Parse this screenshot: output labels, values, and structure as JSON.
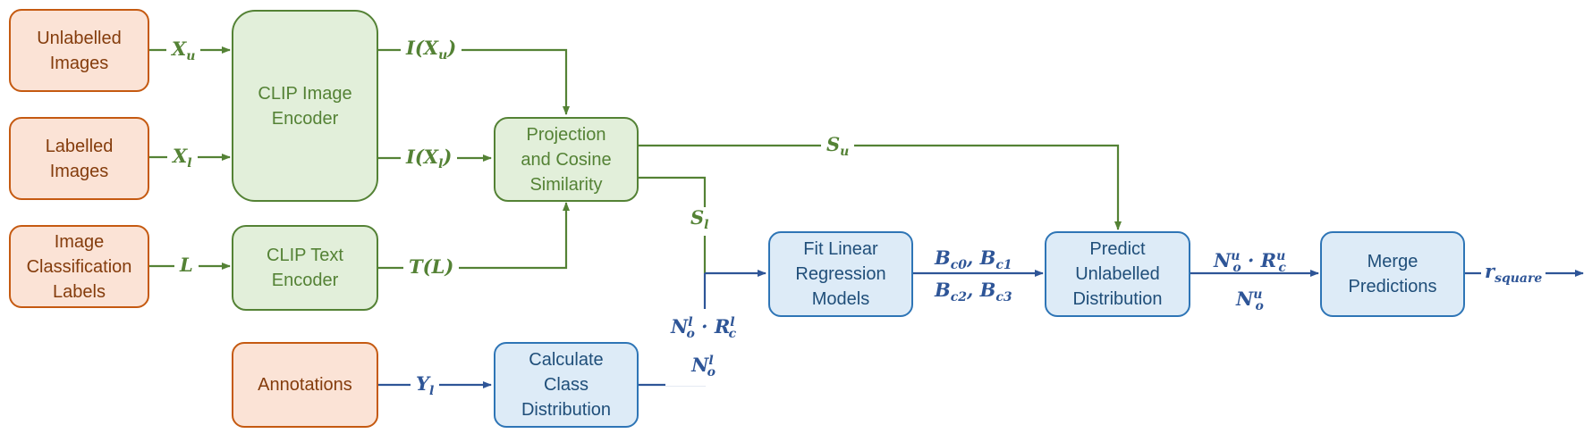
{
  "colors": {
    "input_fill": "#fbe3d6",
    "input_stroke": "#c55a11",
    "input_text": "#843c0c",
    "clip_fill": "#e2efda",
    "clip_stroke": "#548235",
    "model_fill": "#ddebf7",
    "model_stroke": "#2e75b6",
    "model_text": "#1f4e79",
    "green_arrow": "#548235",
    "blue_arrow": "#2e5597"
  },
  "boxes": {
    "unlabelled_images": "Unlabelled\nImages",
    "labelled_images": "Labelled\nImages",
    "image_classification_labels": "Image\nClassification\nLabels",
    "annotations": "Annotations",
    "clip_image_encoder": "CLIP Image\nEncoder",
    "clip_text_encoder": "CLIP Text\nEncoder",
    "projection_cosine": "Projection\nand Cosine\nSimilarity",
    "calculate_class_distribution": "Calculate\nClass\nDistribution",
    "fit_linear_regression": "Fit Linear\nRegression\nModels",
    "predict_unlabelled": "Predict\nUnlabelled\nDistribution",
    "merge_predictions": "Merge\nPredictions"
  },
  "labels": {
    "xu": {
      "base": "X",
      "sub": "u"
    },
    "xl": {
      "base": "X",
      "sub": "l"
    },
    "L": {
      "base": "L"
    },
    "yl": {
      "base": "Y",
      "sub": "l"
    },
    "ixu": {
      "pre": "I(X",
      "sub": "u",
      "post": ")"
    },
    "ixl": {
      "pre": "I(X",
      "sub": "l",
      "post": ")"
    },
    "tl": {
      "base": "T(L)"
    },
    "su": {
      "base": "S",
      "sub": "u"
    },
    "sl": {
      "base": "S",
      "sub": "l"
    },
    "nl_line1": {
      "a": "N",
      "a_sup": "l",
      "a_sub": "o",
      "op": " · ",
      "b": "R",
      "b_sup": "l",
      "b_sub": "c"
    },
    "nl_line2": {
      "a": "N",
      "a_sup": "l",
      "a_sub": "o"
    },
    "b_line1": {
      "a": "B",
      "a_sub": "c0",
      "sep": ", ",
      "b": "B",
      "b_sub": "c1"
    },
    "b_line2": {
      "a": "B",
      "a_sub": "c2",
      "sep": ", ",
      "b": "B",
      "b_sub": "c3"
    },
    "nu_line1": {
      "a": "N",
      "a_sup": "u",
      "a_sub": "o",
      "op": " · ",
      "b": "R",
      "b_sup": "u",
      "b_sub": "c"
    },
    "nu_line2": {
      "a": "N",
      "a_sup": "u",
      "a_sub": "o"
    },
    "r_square": {
      "base": "r",
      "sub": "square"
    }
  }
}
